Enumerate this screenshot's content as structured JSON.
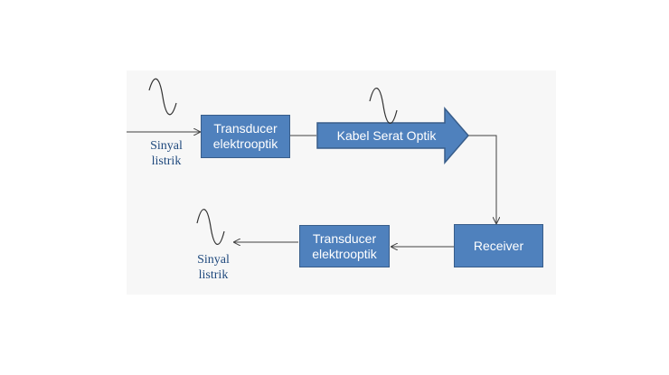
{
  "colors": {
    "box_fill": "#4f81bd",
    "box_border": "#385d8a",
    "label_text": "#1f497d",
    "line": "#404040",
    "wave": "#333333"
  },
  "blocks": {
    "transducer_tx": "Transducer\nelektrooptik",
    "cable": "Kabel Serat Optik",
    "receiver": "Receiver",
    "transducer_rx": "Transducer\nelektrooptik"
  },
  "labels": {
    "input_signal": "Sinyal\nlistrik",
    "output_signal": "Sinyal\nlistrik"
  },
  "icons": {
    "input_wave": "sine-wave-icon",
    "cable_wave": "sine-wave-icon",
    "output_wave": "sine-wave-icon"
  }
}
